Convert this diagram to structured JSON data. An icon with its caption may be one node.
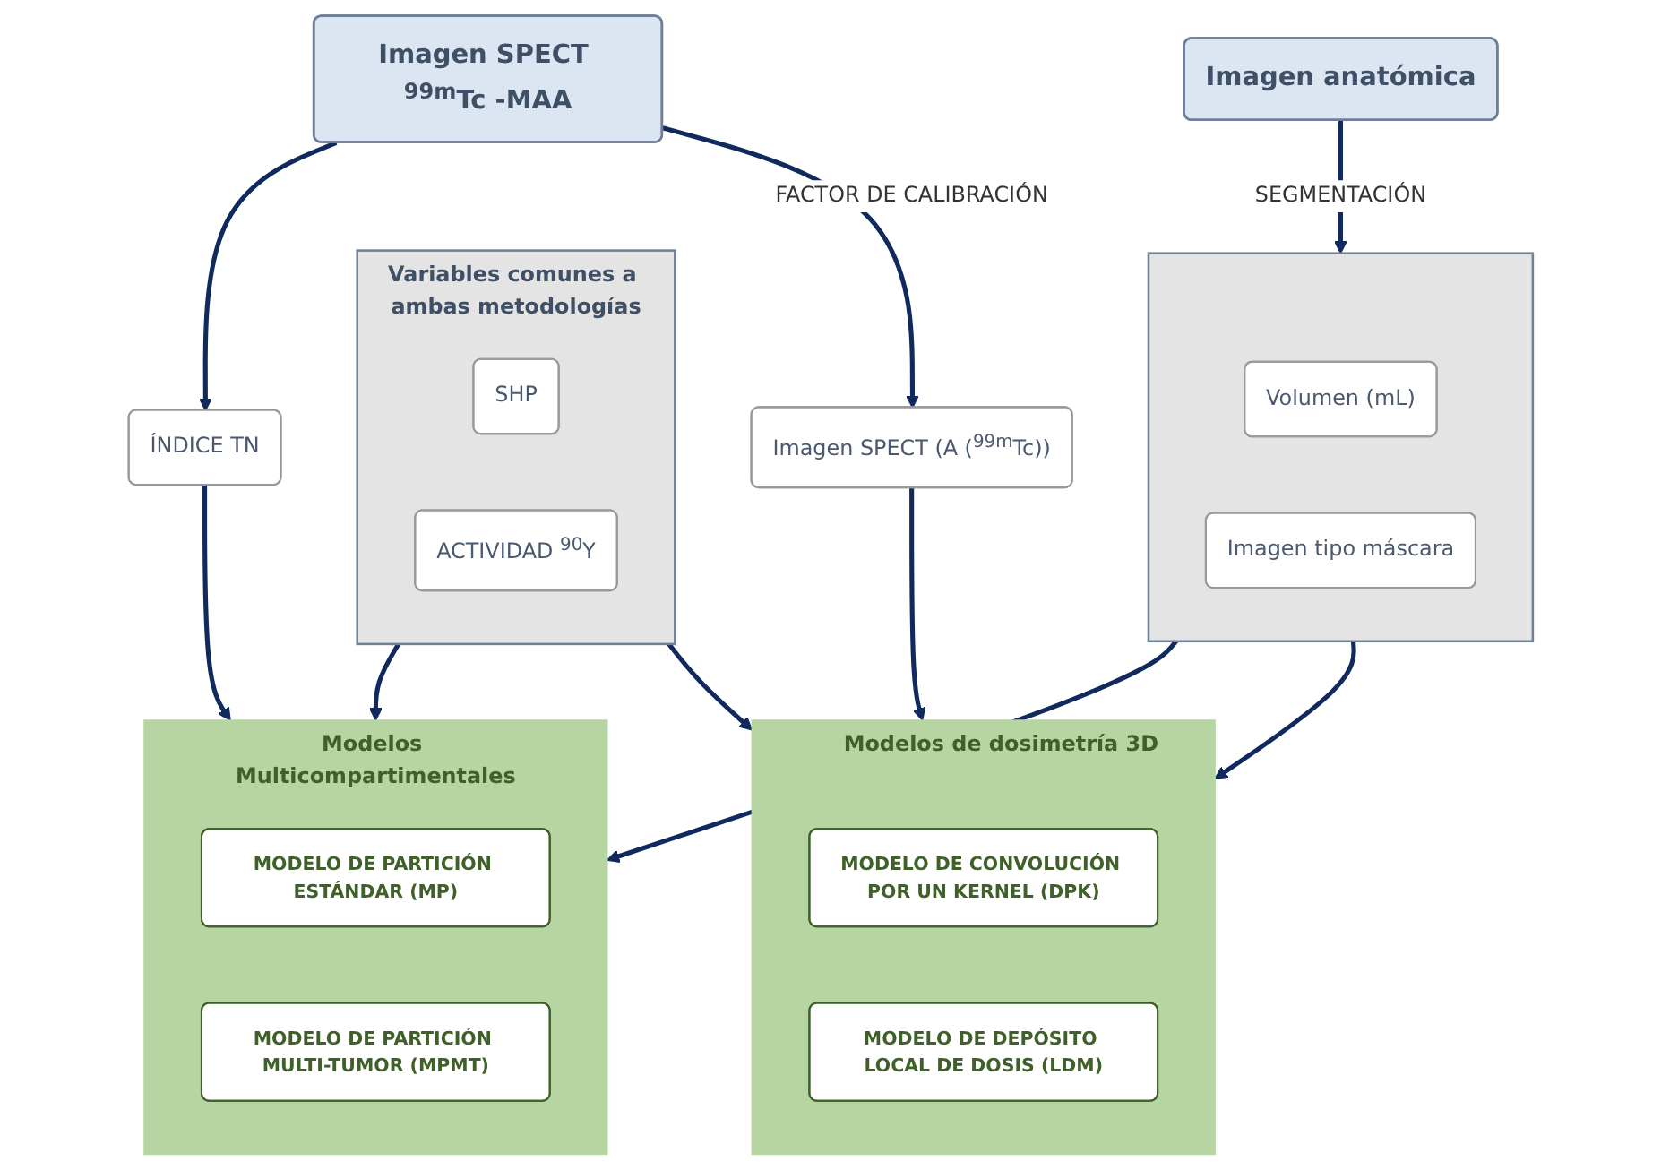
{
  "diagram": {
    "nodes": [
      {
        "text": [
          "Imagen SPECT $^{99m}$Tc -MAA"
        ]
      },
      {
        "text": [
          "Variables comunes a ambas metodologías"
        ]
      },
      {
        "text": [
          "SHP"
        ],
        "in": 1
      },
      {
        "text": [
          "ACTIVIDAD $^{90}$Y"
        ],
        "in": 1
      },
      {
        "text": [
          "ÍNDICE TN"
        ]
      },
      {
        "text": [
          "Modelos Multicompartimentales"
        ]
      },
      {
        "text": [
          "MODELO DE PARTICIÓN ESTÁNDAR (MP)"
        ],
        "in": 5
      },
      {
        "text": [
          "MODELO DE PARTICIÓN MULTI-TUMOR (MPMT)"
        ],
        "in": 5
      },
      {
        "text": [
          "Modelos de dosimetría 3D"
        ]
      },
      {
        "text": [
          "MODELO DE CONVOLUCIÓN POR UN KERNEL (DPK)"
        ],
        "in": 8
      },
      {
        "text": [
          "MODELO DE DEPÓSITO LOCAL DE DOSIS (LDM)"
        ],
        "in": 8
      },
      {
        "text": [
          "Imagen SPECT (A ($^{99m}$Tc))"
        ]
      },
      {
        "text": [],
        "shape": "box"
      },
      {
        "text": [
          "Volumen (mL)"
        ],
        "in": 12
      },
      {
        "text": [
          "Imagen tipo máscara"
        ],
        "in": 12
      },
      {
        "text": [
          "Imagen anatómica"
        ]
      }
    ],
    "edges": [
      {
        "from": 0,
        "to": 4,
        "arrow": "to"
      },
      {
        "from": 0,
        "to": 11,
        "arrow": "to",
        "label": "FACTOR DE CALIBRACIÓN"
      },
      {
        "from": 1,
        "to": 5,
        "arrow": "to"
      },
      {
        "from": 1,
        "to": 8,
        "arrow": "to"
      },
      {
        "from": 4,
        "to": 5,
        "arrow": "to"
      },
      {
        "from": 11,
        "to": 8,
        "arrow": "to"
      },
      {
        "from": 12,
        "to": 5,
        "arrow": "to"
      },
      {
        "from": 12,
        "to": 8,
        "arrow": "to"
      },
      {
        "from": 15,
        "to": 12,
        "arrow": "to",
        "label": "SEGMENTACIÓN"
      }
    ]
  }
}
